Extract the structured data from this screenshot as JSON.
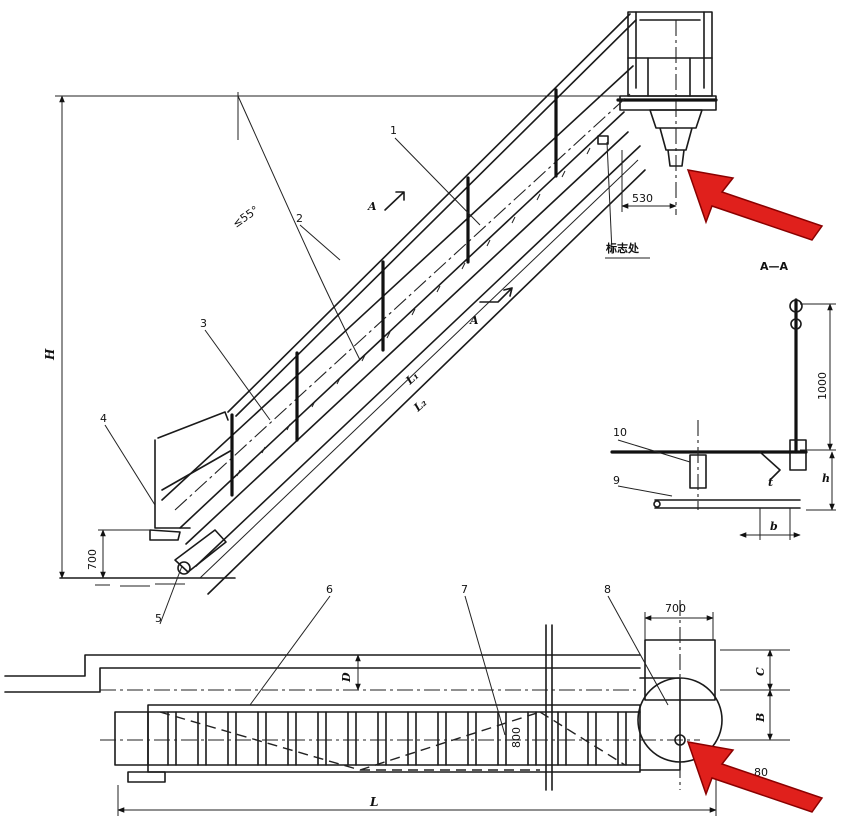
{
  "callouts": [
    "1",
    "2",
    "3",
    "4",
    "5",
    "6",
    "7",
    "8",
    "9",
    "10"
  ],
  "dimensions": {
    "height_H": "H",
    "angle": "≤55°",
    "offset_530": "530",
    "base_700": "700",
    "top_700": "700",
    "railing_1000": "1000",
    "width_800": "800",
    "length_L": "L",
    "L1": "L₁",
    "L2": "L₂",
    "D": "D",
    "B": "B",
    "C": "C",
    "h": "h",
    "b": "b",
    "t": "t",
    "partial_80": "80"
  },
  "section_marks": {
    "a_upper": "A",
    "a_lower": "A",
    "section_title": "A—A"
  },
  "note_mark_location": "标志处",
  "annotation_colors": {
    "arrow": "#e0201c",
    "arrow_stroke": "#8a0000"
  }
}
